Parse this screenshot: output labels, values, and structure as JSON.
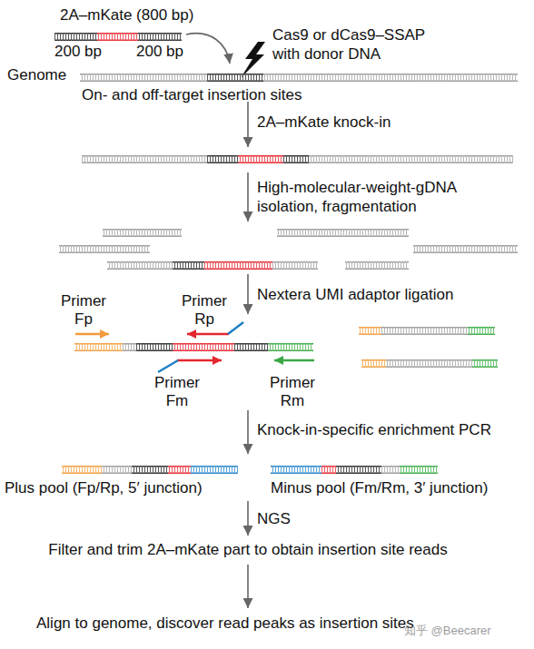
{
  "diagram": {
    "labels": [
      "2A–mKate (800 bp)",
      "200 bp",
      "200 bp",
      "Cas9 or dCas9–SSAP with donor DNA",
      "Genome",
      "On- and off-target insertion sites",
      "2A–mKate knock-in",
      "High-molecular-weight-gDNA isolation, fragmentation",
      "Nextera UMI adaptor ligation",
      "Primer Fp",
      "Primer Rp",
      "Primer Fm",
      "Primer Rm",
      "Knock-in-specific enrichment PCR",
      "Plus pool (Fp/Rp, 5′ junction)",
      "Minus pool (Fm/Rm, 3′ junction)",
      "NGS",
      "Filter and trim 2A–mKate part to obtain insertion site reads",
      "Align to genome, discover read peaks as insertion sites",
      "知乎 @Beecarer"
    ]
  }
}
